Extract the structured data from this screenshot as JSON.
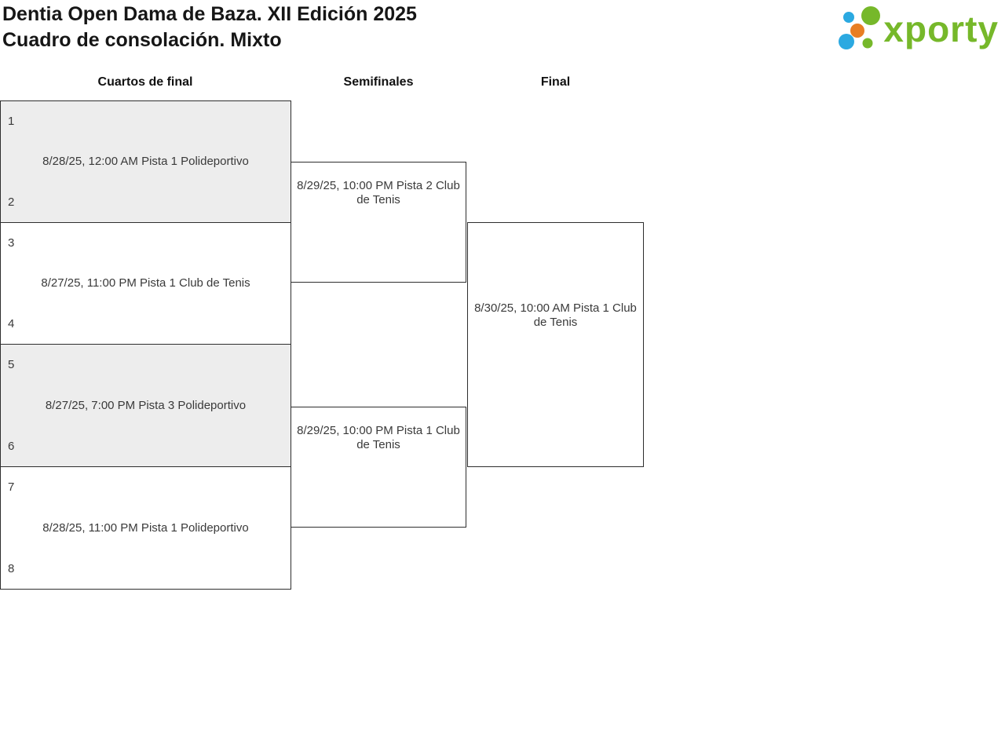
{
  "header": {
    "title_line1": "Dentia Open Dama de Baza. XII Edición 2025",
    "title_line2": "Cuadro de consolación. Mixto"
  },
  "logo": {
    "brand": "xporty",
    "colors": {
      "blue": "#2ba9e1",
      "green": "#76b82a",
      "orange": "#e87e23"
    }
  },
  "colors": {
    "shaded_match_bg": "#ededed",
    "match_border": "#2e2e2e"
  },
  "bracket": {
    "rounds": [
      {
        "label": "Cuartos de final",
        "matches": [
          {
            "seed_top": "1",
            "seed_bottom": "2",
            "info": "8/28/25, 12:00 AM Pista 1 Polideportivo"
          },
          {
            "seed_top": "3",
            "seed_bottom": "4",
            "info": "8/27/25, 11:00 PM Pista 1 Club de Tenis"
          },
          {
            "seed_top": "5",
            "seed_bottom": "6",
            "info": "8/27/25, 7:00 PM Pista 3 Polideportivo"
          },
          {
            "seed_top": "7",
            "seed_bottom": "8",
            "info": "8/28/25, 11:00 PM Pista 1 Polideportivo"
          }
        ]
      },
      {
        "label": "Semifinales",
        "matches": [
          {
            "info": "8/29/25, 10:00 PM Pista 2 Club de Tenis"
          },
          {
            "info": "8/29/25, 10:00 PM Pista 1 Club de Tenis"
          }
        ]
      },
      {
        "label": "Final",
        "matches": [
          {
            "info": "8/30/25, 10:00 AM Pista 1 Club de Tenis"
          }
        ]
      }
    ]
  }
}
